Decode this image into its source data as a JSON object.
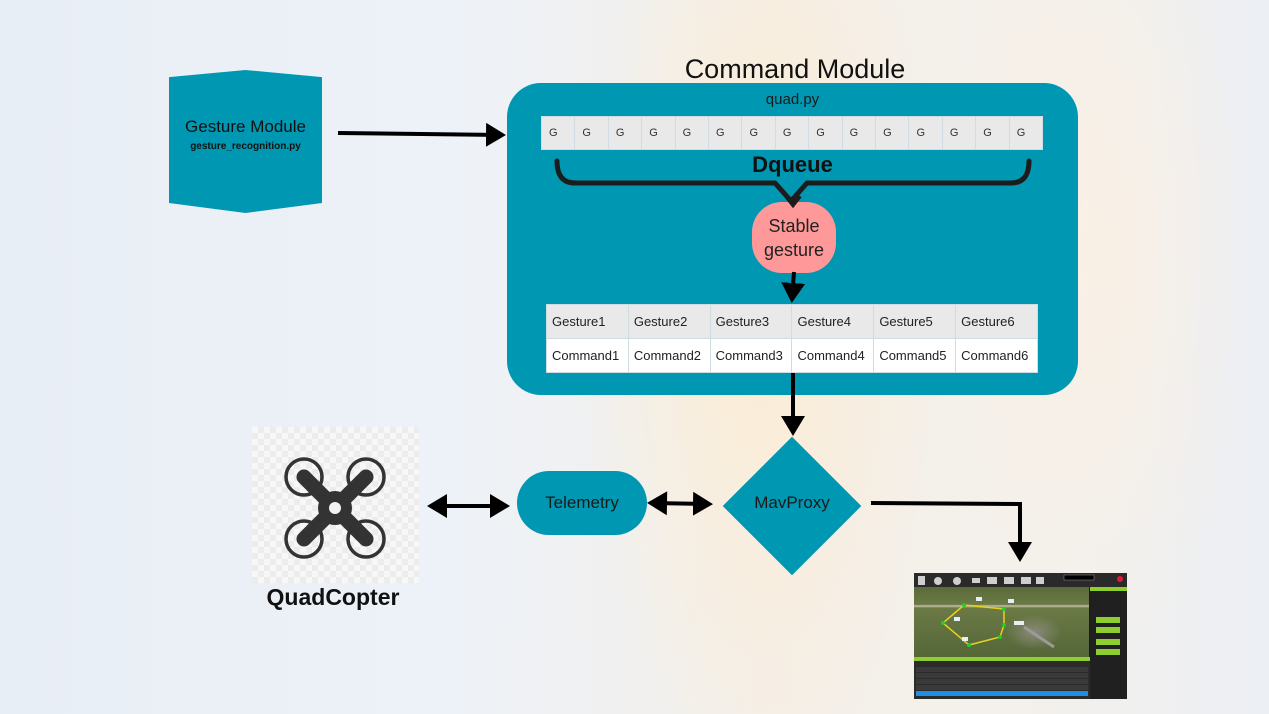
{
  "gesture_module": {
    "title": "Gesture Module",
    "file": "gesture_recognition.py"
  },
  "command_module": {
    "title": "Command Module",
    "file": "quad.py",
    "dqueue": {
      "label": "Dqueue",
      "cells": [
        "G",
        "G",
        "G",
        "G",
        "G",
        "G",
        "G",
        "G",
        "G",
        "G",
        "G",
        "G",
        "G",
        "G",
        "G"
      ]
    },
    "stable_gesture": {
      "line1": "Stable",
      "line2": "gesture"
    },
    "mapping_table": {
      "gestures": [
        "Gesture1",
        "Gesture2",
        "Gesture3",
        "Gesture4",
        "Gesture5",
        "Gesture6"
      ],
      "commands": [
        "Command1",
        "Command2",
        "Command3",
        "Command4",
        "Command5",
        "Command6"
      ]
    }
  },
  "telemetry": {
    "label": "Telemetry"
  },
  "mavproxy": {
    "label": "MavProxy"
  },
  "quadcopter": {
    "label": "QuadCopter",
    "icon": "drone-icon"
  },
  "ground_station": {
    "icon": "mission-planner-screenshot"
  },
  "colors": {
    "module_fill": "#0097b2",
    "stable_gesture_fill": "#ff9999",
    "table_header": "#e9e9e9",
    "arrow": "#000000"
  }
}
